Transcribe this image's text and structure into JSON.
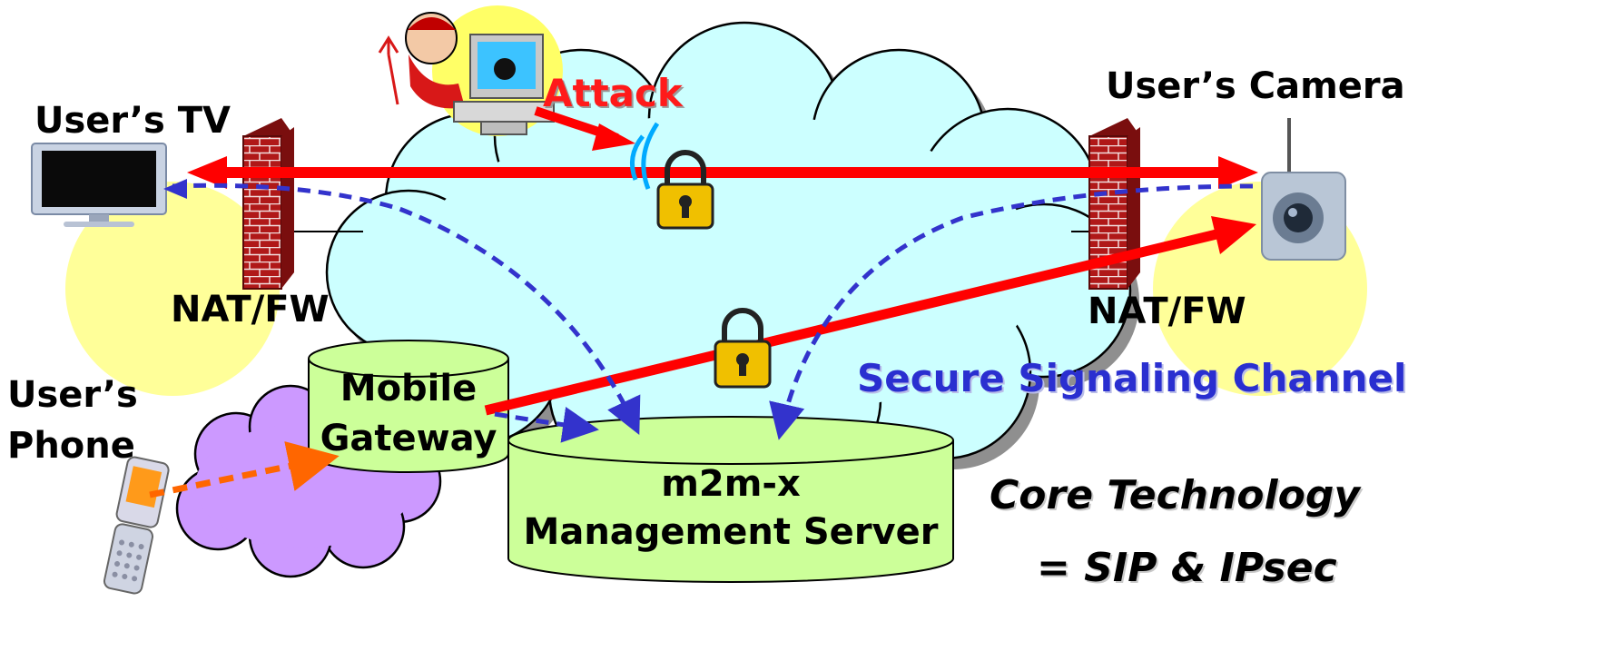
{
  "labels": {
    "users_tv": "User’s TV",
    "users_camera": "User’s Camera",
    "nat_fw_left": "NAT/FW",
    "nat_fw_right": "NAT/FW",
    "attack": "Attack",
    "users_phone_line1": "User’s",
    "users_phone_line2": "Phone",
    "mobile_gateway_line1": "Mobile",
    "mobile_gateway_line2": "Gateway",
    "server_line1": "m2m-x",
    "server_line2": "Management Server",
    "secure_channel": "Secure Signaling Channel",
    "core_line1": "Core Technology",
    "core_line2": "= SIP & IPsec"
  },
  "colors": {
    "cloud_fill": "#ccffff",
    "phone_cloud_fill": "#cc99ff",
    "cylinder_fill": "#ccff99",
    "halo_fill": "#ffff99",
    "media_arrow": "#ff0000",
    "signal_arrow": "#3333cc",
    "phone_link": "#ff6600",
    "firewall": "#b01818",
    "lock_gold": "#f0c000",
    "accent_blue": "#2a2fd0"
  },
  "icons": [
    "tv-icon",
    "camera-icon",
    "phone-icon",
    "firewall-icon",
    "padlock-icon",
    "attacker-icon",
    "computer-icon",
    "signal-waves-icon"
  ]
}
